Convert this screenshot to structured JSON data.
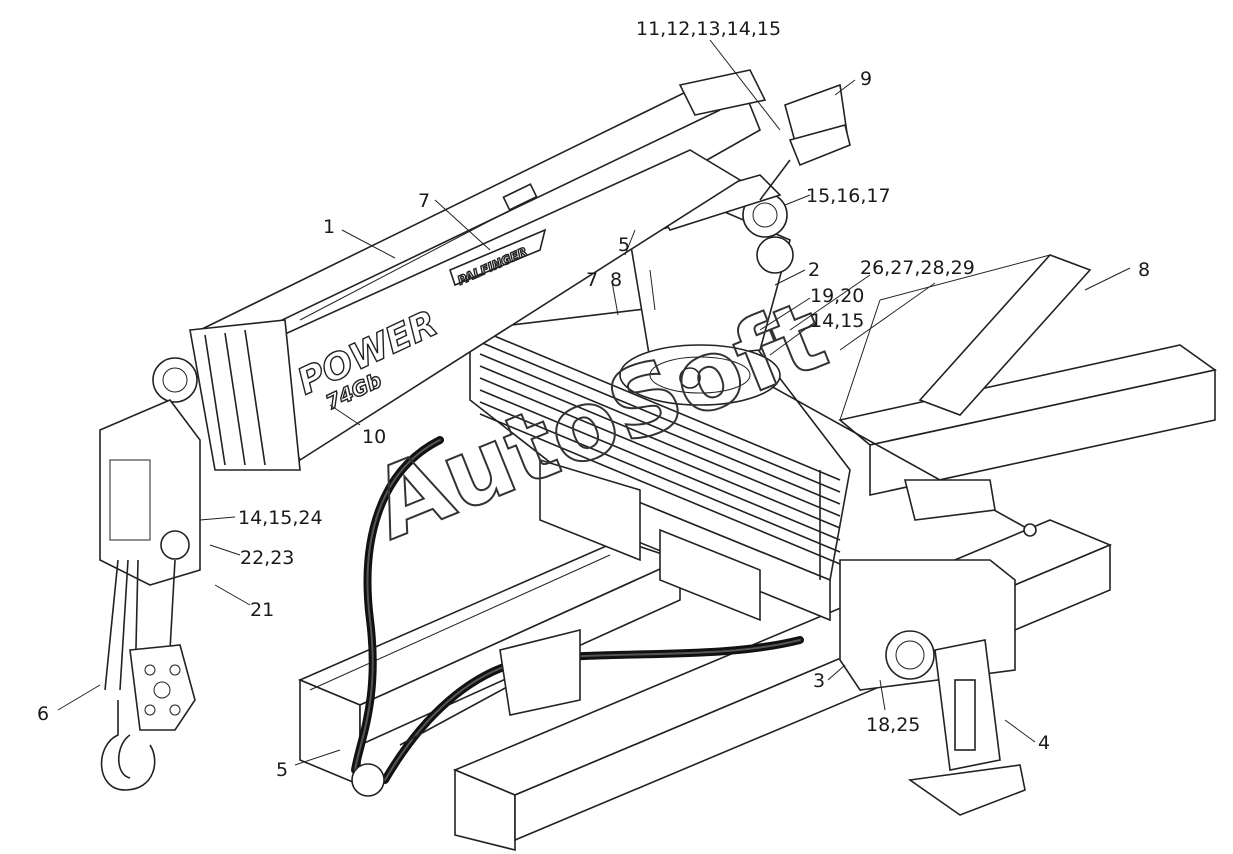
{
  "labels": [
    {
      "id": "l1",
      "text": "1"
    },
    {
      "id": "l2",
      "text": "2"
    },
    {
      "id": "l3",
      "text": "3"
    },
    {
      "id": "l4",
      "text": "4"
    },
    {
      "id": "l5a",
      "text": "5"
    },
    {
      "id": "l5b",
      "text": "5"
    },
    {
      "id": "l6",
      "text": "6"
    },
    {
      "id": "l7a",
      "text": "7"
    },
    {
      "id": "l7b",
      "text": "7"
    },
    {
      "id": "l8a",
      "text": "8"
    },
    {
      "id": "l8b",
      "text": "8"
    },
    {
      "id": "l9",
      "text": "9"
    },
    {
      "id": "l10",
      "text": "10"
    },
    {
      "id": "l11",
      "text": "11,12,13,14,15"
    },
    {
      "id": "l15",
      "text": "15,16,17"
    },
    {
      "id": "l26",
      "text": "26,27,28,29"
    },
    {
      "id": "l19",
      "text": "19,20"
    },
    {
      "id": "l1415",
      "text": "14,15"
    },
    {
      "id": "l1424",
      "text": "14,15,24"
    },
    {
      "id": "l22",
      "text": "22,23"
    },
    {
      "id": "l21",
      "text": "21"
    },
    {
      "id": "l18",
      "text": "18,25"
    }
  ],
  "watermark": "AutoSoft",
  "boom_brand": "POWER",
  "boom_model": "74Gb",
  "boom_logo": "PALFINGER"
}
